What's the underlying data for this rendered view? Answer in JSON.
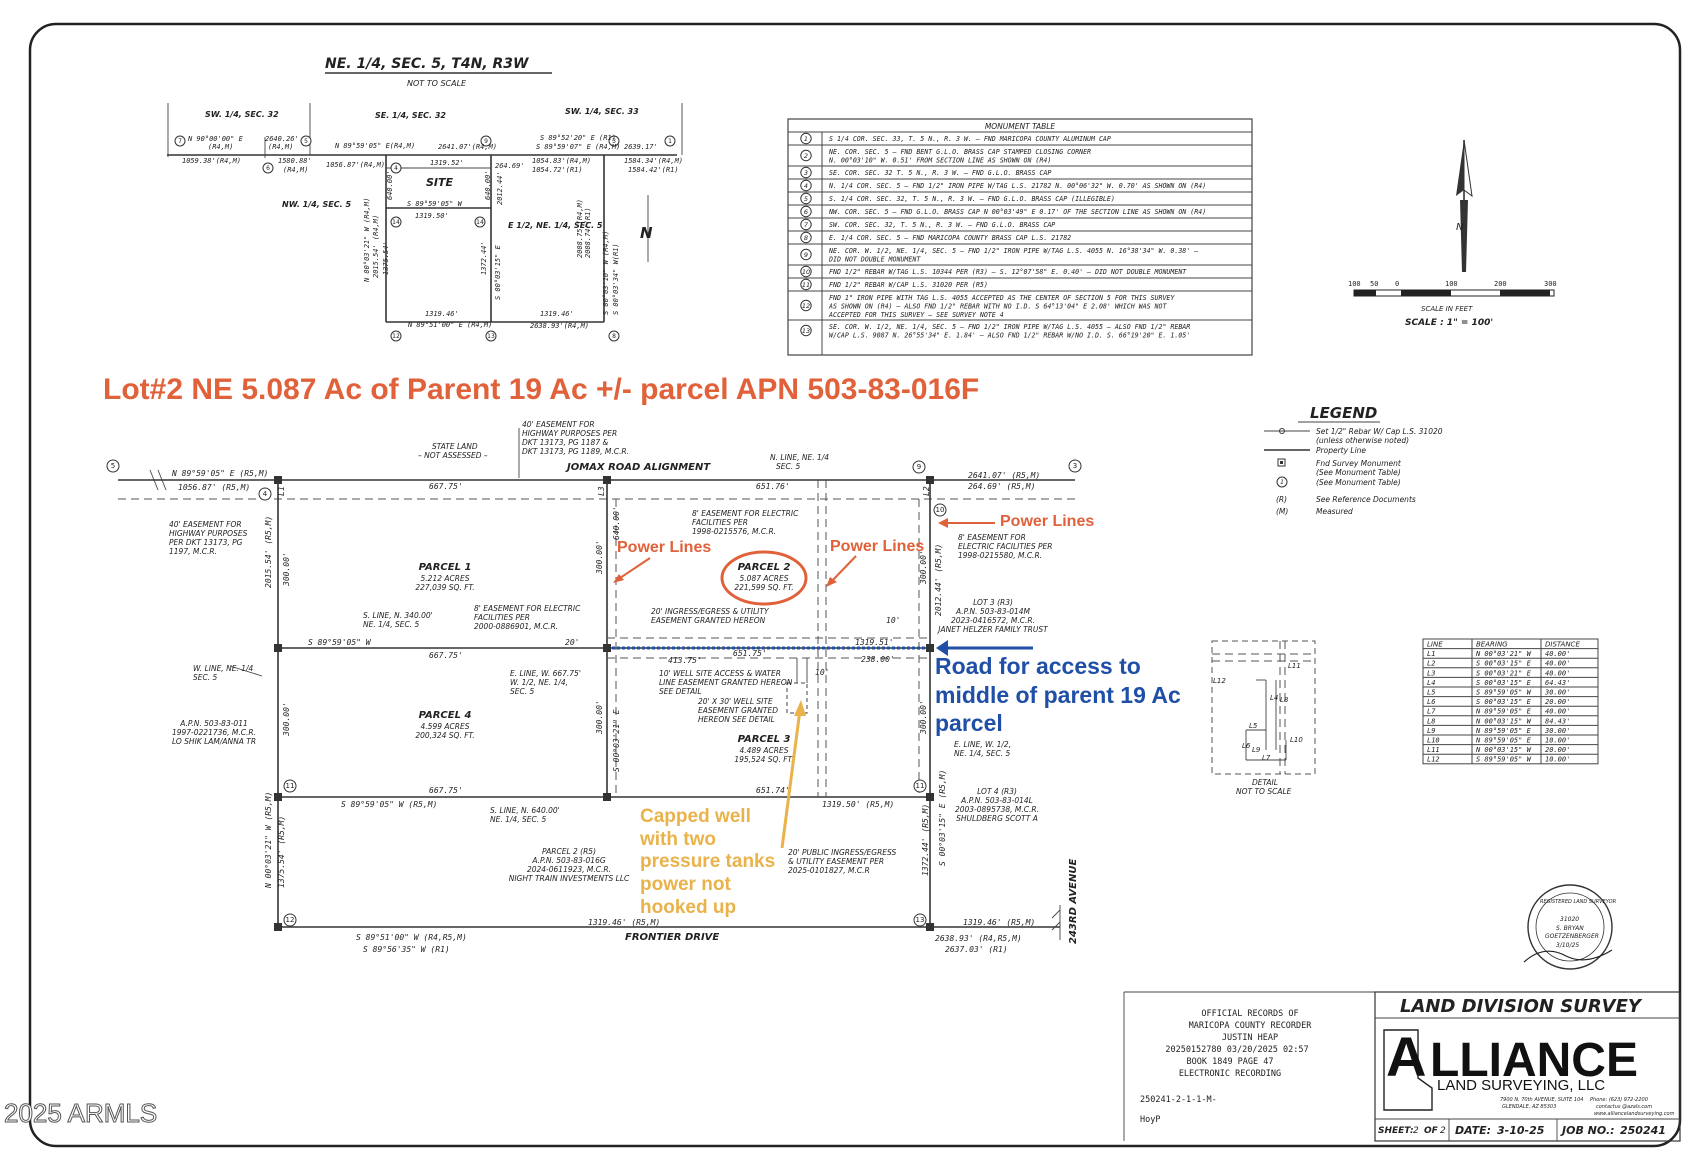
{
  "header_title": "NE. 1/4, SEC. 5, T4N, R3W",
  "not_to_scale": "NOT TO SCALE",
  "vicinity_labels": {
    "sw_sec32": "SW. 1/4, SEC. 32",
    "se_sec32": "SE. 1/4, SEC. 32",
    "sw_sec33": "SW. 1/4, SEC. 33",
    "nw_sec5": "NW. 1/4, SEC. 5",
    "site": "SITE",
    "e_half": "E 1/2, NE. 1/4, SEC. 5",
    "north": "N",
    "b1": "N 90°00'00\" E",
    "b1d": "(R4,M)",
    "b1e": "1059.38'(R4,M)",
    "b2": "2640.26'",
    "b2d": "(R4,M)",
    "b3": "1580.88'",
    "b3d": "(R4,M)",
    "b4": "N 89°59'05\" E(R4,M)",
    "b4d": "1056.87'(R4,M)",
    "b5": "2641.07'(R4,M)",
    "b6": "1319.52'",
    "b7": "264.69'",
    "b8": "S 89°52'20\" E (R1)",
    "b9": "S 89°59'07\" E (R4,M)",
    "b10": "1054.83'(R4,M)",
    "b11": "1054.72'(R1)",
    "b12": "2639.17'",
    "b13": "1584.34'(R4,M)",
    "b14": "1584.42'(R1)",
    "b15": "S 89°59'05\" W",
    "b16": "1319.50'",
    "b17": "640.00'",
    "b18": "2012.44'",
    "b19": "640.00'",
    "b20": "N 00°03'21\" W (R4,M)",
    "b21": "2015.54' (R4,M)",
    "b22": "1375.54'",
    "b23": "1372.44'",
    "b24": "S 00°03'15\" E",
    "b25": "2008.75'(R4,M)",
    "b26": "2008.74'(R1)",
    "b27": "S 00°03'10\" W (R4,M)",
    "b28": "S 00°03'34\" W(R1)",
    "b29": "1319.46'",
    "b30": "N 89°51'00\" E (R4,M)",
    "b31": "1319.46'",
    "b32": "2638.93'(R4,M)"
  },
  "monument_table": {
    "title": "MONUMENT TABLE",
    "rows": [
      {
        "n": "1",
        "text": "S 1/4 COR. SEC. 33, T. 5 N., R. 3 W. – FND MARICOPA COUNTY ALUMINUM CAP"
      },
      {
        "n": "2",
        "text": "NE. COR. SEC. 5 – FND BENT G.L.O. BRASS CAP STAMPED CLOSING CORNER",
        "text2": "N. 00°03'10\" W. 0.51' FROM SECTION LINE AS SHOWN ON (R4)"
      },
      {
        "n": "3",
        "text": "SE. COR. SEC. 32 T. 5 N., R. 3 W. – FND G.L.O. BRASS CAP"
      },
      {
        "n": "4",
        "text": "N. 1/4 COR. SEC. 5 – FND 1/2\" IRON PIPE W/TAG L.S. 21782 N. 00°06'32\" W. 0.70' AS SHOWN ON (R4)"
      },
      {
        "n": "5",
        "text": "S. 1/4 COR. SEC. 32, T. 5 N., R. 3 W. – FND G.L.O. BRASS CAP (ILLEGIBLE)"
      },
      {
        "n": "6",
        "text": "NW. COR. SEC. 5 – FND G.L.O. BRASS CAP N 00°03'49\" E 0.17' OF THE SECTION LINE AS SHOWN ON (R4)"
      },
      {
        "n": "7",
        "text": "SW. COR. SEC. 32, T. 5 N., R. 3 W. – FND G.L.O. BRASS CAP"
      },
      {
        "n": "8",
        "text": "E. 1/4 COR. SEC. 5 – FND MARICOPA COUNTY BRASS CAP L.S. 21782"
      },
      {
        "n": "9",
        "text": "NE. COR. W. 1/2, NE. 1/4, SEC. 5 – FND 1/2\" IRON PIPE W/TAG L.S. 4055 N. 16°38'34\" W. 0.38' –",
        "text2": "DID NOT DOUBLE MONUMENT"
      },
      {
        "n": "10",
        "text": "FND 1/2\" REBAR W/TAG L.S. 10344 PER (R3) – S. 12°07'58\" E. 0.40' – DID NOT DOUBLE MONUMENT"
      },
      {
        "n": "11",
        "text": "FND 1/2\" REBAR W/CAP L.S. 31020 PER (R5)"
      },
      {
        "n": "12",
        "text": "FND 1\" IRON PIPE WITH TAG L.S. 4055 ACCEPTED AS THE CENTER OF SECTION 5 FOR THIS SURVEY",
        "text2": "AS SHOWN ON (R4) – ALSO FND 1/2\" REBAR WITH NO I.D. S 64°13'04\" E 2.08' WHICH WAS NOT",
        "text3": "ACCEPTED FOR THIS SURVEY – SEE SURVEY NOTE 4"
      },
      {
        "n": "13",
        "text": "SE. COR. W. 1/2, NE. 1/4, SEC. 5 – FND 1/2\" IRON PIPE W/TAG L.S. 4055 – ALSO FND 1/2\" REBAR",
        "text2": "W/CAP L.S. 9087 N. 26°55'34\" E. 1.84' – ALSO FND 1/2\" REBAR W/NO I.D. S. 66°19'20\" E. 1.05'"
      }
    ]
  },
  "scale": {
    "ticks": [
      "100",
      "50",
      "0",
      "100",
      "200",
      "300"
    ],
    "label": "SCALE IN FEET",
    "ratio": "SCALE : 1\" = 100'"
  },
  "headline": "Lot#2 NE 5.087 Ac of Parent 19 Ac +/- parcel APN 503-83-016F",
  "legend": {
    "title": "LEGEND",
    "items": [
      {
        "text": "Set 1/2\" Rebar W/ Cap L.S. 31020",
        "text2": "(unless otherwise noted)"
      },
      {
        "text": "Property Line"
      },
      {
        "text": "Fnd Survey Monument",
        "text2": "(See Monument Table)"
      },
      {
        "text": "(See Monument Table)"
      },
      {
        "sym": "(R)",
        "text": "See Reference Documents"
      },
      {
        "sym": "(M)",
        "text": "Measured"
      }
    ]
  },
  "plat": {
    "state_land": "STATE LAND",
    "not_assessed": "– NOT ASSESSED –",
    "easement_hwy_top": [
      "40' EASEMENT FOR",
      "HIGHWAY PURPOSES PER",
      "DKT 13173, PG 1187 &",
      "DKT 13173, PG 1189, M.C.R."
    ],
    "n_line": [
      "N. LINE, NE. 1/4",
      "SEC. 5"
    ],
    "jomax": "JOMAX ROAD ALIGNMENT",
    "top_bearing": "N 89°59'05\" E (R5,M)",
    "top_dist": "1056.87' (R5,M)",
    "d667_top": "667.75'",
    "d651_top": "651.76'",
    "right_top1": "2641.07' (R5,M)",
    "right_top2": "264.69' (R5,M)",
    "easement_hwy_left": [
      "40' EASEMENT FOR",
      "HIGHWAY PURPOSES",
      "PER DKT 13173, PG",
      "1197, M.C.R."
    ],
    "elec_easement_top": [
      "8' EASEMENT FOR ELECTRIC",
      "FACILITIES PER",
      "1998-0215576, M.C.R."
    ],
    "elec_easement_right": [
      "8' EASEMENT FOR",
      "ELECTRIC FACILITIES PER",
      "1998-0215580, M.C.R."
    ],
    "parcel1": {
      "name": "PARCEL 1",
      "acres": "5.212 ACRES",
      "sqft": "227,039 SQ. FT."
    },
    "parcel2": {
      "name": "PARCEL 2",
      "acres": "5.087 ACRES",
      "sqft": "221,599 SQ. FT."
    },
    "parcel3": {
      "name": "PARCEL 3",
      "acres": "4.489 ACRES",
      "sqft": "195,524 SQ. FT."
    },
    "parcel4": {
      "name": "PARCEL 4",
      "acres": "4.599 ACRES",
      "sqft": "200,324 SQ. FT."
    },
    "lot3": [
      "LOT 3 (R3)",
      "A.P.N. 503-83-014M",
      "2023-0416572, M.C.R.",
      "JANET HELZER FAMILY TRUST"
    ],
    "lot4": [
      "LOT 4 (R3)",
      "A.P.N. 503-83-014L",
      "2003-0895738, M.C.R.",
      "SHULDBERG SCOTT A"
    ],
    "apn_left": [
      "A.P.N. 503-83-011",
      "1997-0221736, M.C.R.",
      "LO SHIK LAM/ANNA TR"
    ],
    "parcel2_r5": [
      "PARCEL 2 (R5)",
      "A.P.N. 503-83-016G",
      "2024-0611923, M.C.R.",
      "NIGHT TRAIN INVESTMENTS LLC"
    ],
    "s_line": [
      "S. LINE, N. 340.00'",
      "NE. 1/4, SEC. 5"
    ],
    "elec_easement_mid": [
      "8' EASEMENT FOR ELECTRIC",
      "FACILITIES PER",
      "2000-0886901, M.C.R."
    ],
    "ingress": [
      "20' INGRESS/EGRESS & UTILITY",
      "EASEMENT GRANTED HEREON"
    ],
    "mid_bearing": "S 89°59'05\" W",
    "d667_mid": "667.75'",
    "d20": "20'",
    "d413": "413.75'",
    "d651_mid": "651.75'",
    "d1319_mid": "1319.51'",
    "d238": "238.00'",
    "d10a": "10'",
    "d10b": "10'",
    "w_line": [
      "W. LINE, NE. 1/4",
      "SEC. 5"
    ],
    "e_line_w": [
      "E. LINE, W. 667.75'",
      "W. 1/2, NE. 1/4,",
      "SEC. 5"
    ],
    "well_access": [
      "10' WELL SITE ACCESS & WATER",
      "LINE EASEMENT GRANTED HEREON",
      "SEE DETAIL"
    ],
    "well_site": [
      "20' X 30' WELL SITE",
      "EASEMENT GRANTED",
      "HEREON SEE DETAIL"
    ],
    "e_line_right": [
      "E. LINE, W. 1/2,",
      "NE. 1/4, SEC. 5"
    ],
    "d667_bot": "667.75'",
    "d651_bot": "651.74'",
    "bot_bearing": "S 89°59'05\" W (R5,M)",
    "d1319_bot": "1319.50' (R5,M)",
    "s_line2": [
      "S. LINE, N. 640.00'",
      "NE. 1/4, SEC. 5"
    ],
    "public_ingress": [
      "20' PUBLIC INGRESS/EGRESS",
      "& UTILITY EASEMENT PER",
      "2025-0101827, M.C.R"
    ],
    "frontier": "FRONTIER DRIVE",
    "ave243": "243RD AVENUE",
    "bottom_dist1": "1319.46' (R5,M)",
    "bottom_bearing1": "S 89°51'00\" W (R4,R5,M)",
    "bottom_bearing2": "S 89°56'35\" W (R1)",
    "bottom_dist2": "1319.46' (R5,M)",
    "bottom_right1": "2638.93' (R4,R5,M)",
    "bottom_right2": "2637.03' (R1)",
    "v_2015": "2015.54' (R5,M)",
    "v_300a": "300.00'",
    "v_300b": "300.00'",
    "v_n0003": "N 00°03'21\" W (R5,M)",
    "v_1375": "1375.54' (R5,M)",
    "v_640": "640.00'",
    "v_300c": "300.00'",
    "v_300d": "300.00'",
    "v_s0003": "S 00°03'21\" E",
    "v_2012": "2012.44' (R5,M)",
    "v_300e": "300.00'",
    "v_300f": "300.00'",
    "v_s00315": "S 00°03'15\" E (R5,M)",
    "v_1372": "1372.44' (R5,M)",
    "l1": "L1",
    "l2": "L2",
    "l3": "L3"
  },
  "annotations": {
    "power_lines_1": "Power Lines",
    "power_lines_2": "Power Lines",
    "power_lines_3": "Power Lines",
    "road": [
      "Road for access to",
      "middle of parent 19 Ac",
      "parcel"
    ],
    "well": [
      "Capped well",
      "with two",
      "pressure tanks",
      "power not",
      "hooked up"
    ]
  },
  "line_table": {
    "headers": [
      "LINE",
      "BEARING",
      "DISTANCE"
    ],
    "rows": [
      [
        "L1",
        "N 00°03'21\" W",
        "40.00'"
      ],
      [
        "L2",
        "S 00°03'15\" E",
        "40.00'"
      ],
      [
        "L3",
        "S 00°03'21\" E",
        "40.00'"
      ],
      [
        "L4",
        "S 00°03'15\" E",
        "64.43'"
      ],
      [
        "L5",
        "S 89°59'05\" W",
        "30.00'"
      ],
      [
        "L6",
        "S 00°03'15\" E",
        "20.00'"
      ],
      [
        "L7",
        "N 89°59'05\" E",
        "40.00'"
      ],
      [
        "L8",
        "N 00°03'15\" W",
        "84.43'"
      ],
      [
        "L9",
        "N 89°59'05\" E",
        "30.00'"
      ],
      [
        "L10",
        "N 89°59'05\" E",
        "10.00'"
      ],
      [
        "L11",
        "N 00°03'15\" W",
        "20.00'"
      ],
      [
        "L12",
        "S 89°59'05\" W",
        "10.00'"
      ]
    ]
  },
  "detail": {
    "caption1": "DETAIL",
    "caption2": "NOT TO SCALE",
    "labels": [
      "L12",
      "L4",
      "L8",
      "L5",
      "L6",
      "L9",
      "L10",
      "L7",
      "L11"
    ]
  },
  "records": {
    "lines": [
      "OFFICIAL RECORDS OF",
      "MARICOPA COUNTY RECORDER",
      "JUSTIN HEAP",
      "20250152780  03/20/2025  02:57",
      "BOOK 1849  PAGE 47",
      "ELECTRONIC RECORDING"
    ],
    "ref1": "250241-2-1-1-M-",
    "ref2": "HoyP"
  },
  "title_block": {
    "title": "LAND DIVISION SURVEY",
    "company": "LLIANCE",
    "company_a": "A",
    "subtitle": "LAND SURVEYING, LLC",
    "address": "7900 N. 70th AVENUE, SUITE 104",
    "city": "GLENDALE, AZ 85303",
    "phone": "Phone: (623) 972-2200",
    "email": "contactus @azals.com",
    "web": "www.alliancelandsurveying.com",
    "sheet_label": "SHEET:",
    "sheet_num": "2",
    "of": "OF",
    "sheet_total": "2",
    "date_label": "DATE:",
    "date": "3-10-25",
    "job_label": "JOB NO.:",
    "job": "250241"
  },
  "seal": {
    "top": "REGISTERED LAND SURVEYOR",
    "num": "31020",
    "name": "S. BRYAN",
    "name2": "GOETZENBERGER",
    "date": "3/10/25"
  },
  "watermark": "2025 ARMLS",
  "colors": {
    "red": "#e0613a",
    "blue": "#1f4fa6",
    "yellow": "#e9b24a"
  }
}
